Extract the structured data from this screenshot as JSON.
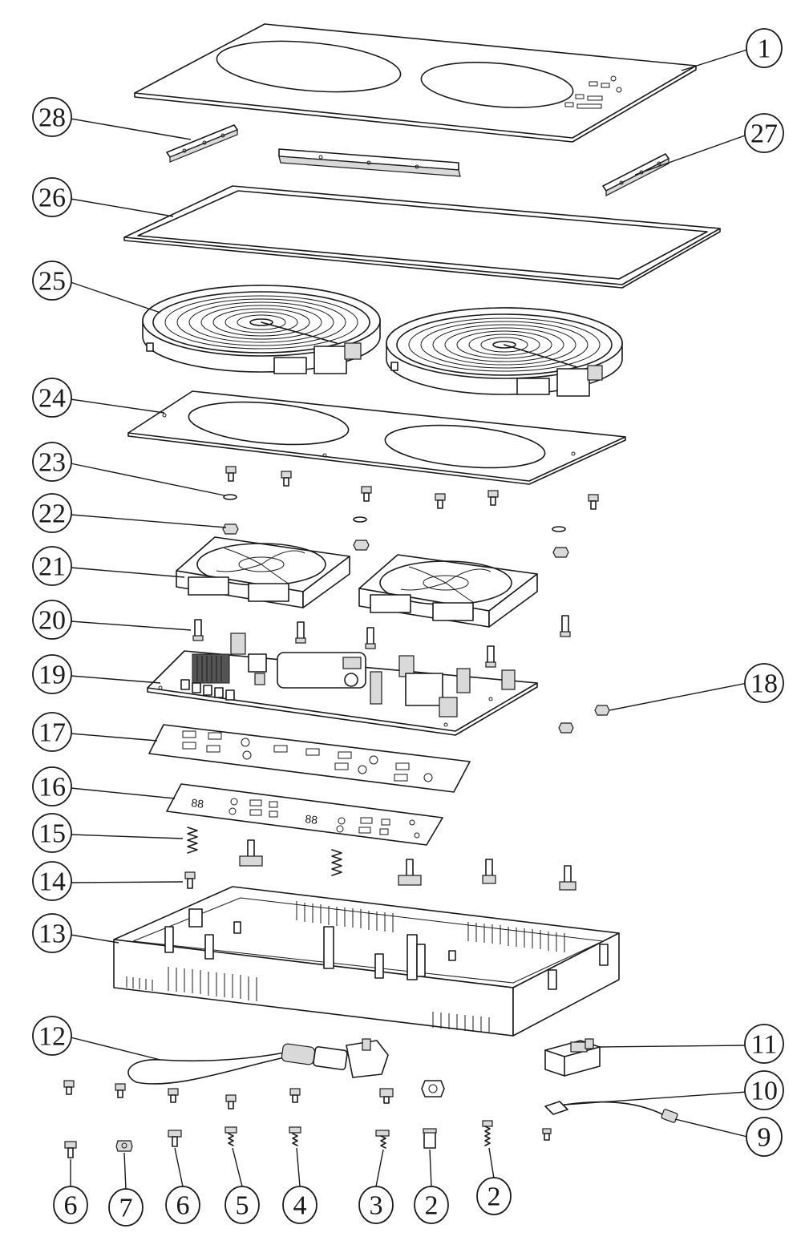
{
  "part_labels": {
    "p1": "1",
    "p2a": "2",
    "p2b": "2",
    "p3": "3",
    "p4": "4",
    "p5": "5",
    "p6a": "6",
    "p6b": "6",
    "p7": "7",
    "p9": "9",
    "p10": "10",
    "p11": "11",
    "p12": "12",
    "p13": "13",
    "p14": "14",
    "p15": "15",
    "p16": "16",
    "p17": "17",
    "p18": "18",
    "p19": "19",
    "p20": "20",
    "p21": "21",
    "p22": "22",
    "p23": "23",
    "p24": "24",
    "p25": "25",
    "p26": "26",
    "p27": "27",
    "p28": "28"
  },
  "display": {
    "left_digits": "88",
    "right_digits": "88"
  }
}
